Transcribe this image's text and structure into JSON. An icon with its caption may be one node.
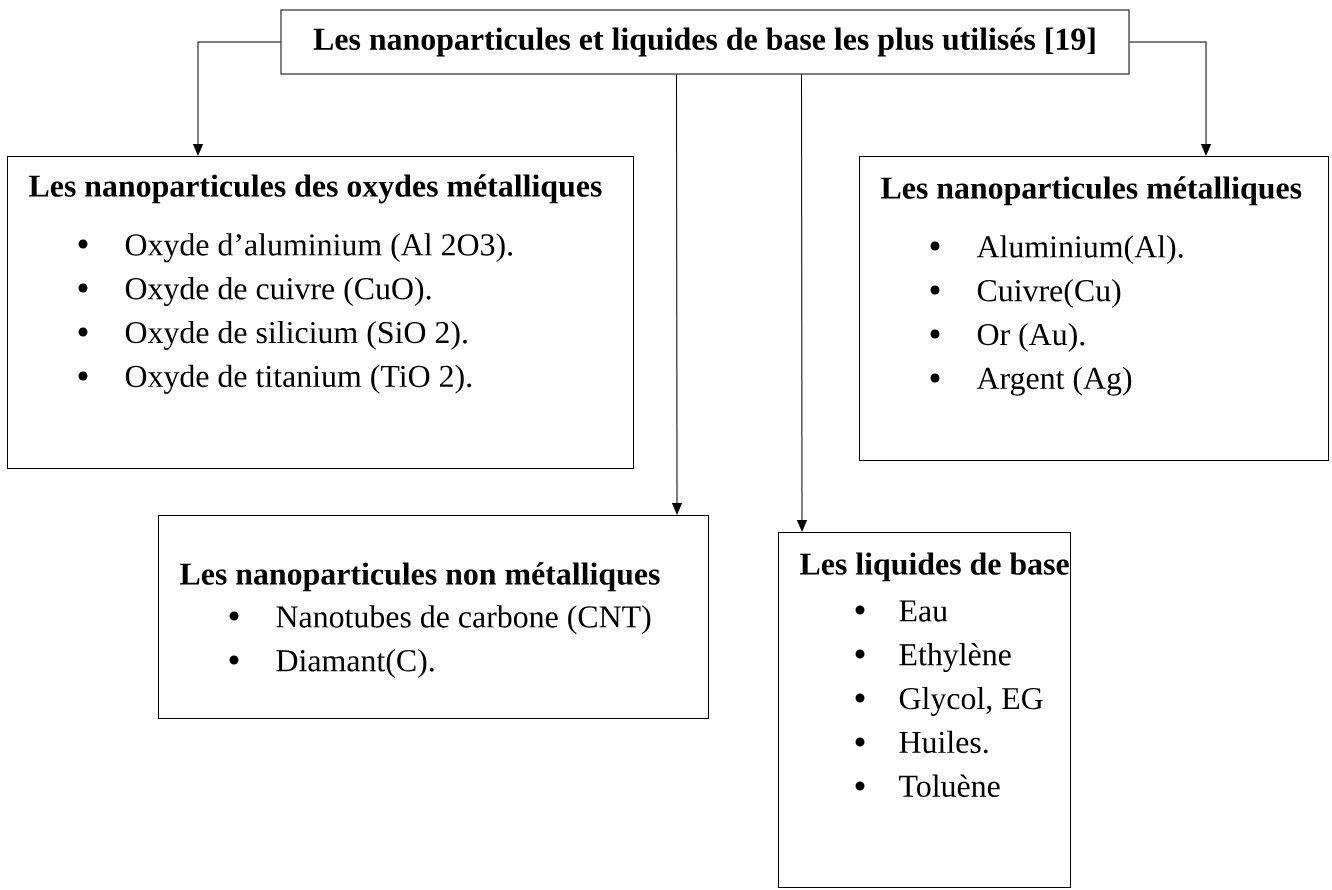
{
  "diagram": {
    "nodes": [
      {
        "text": [
          "Les nanoparticules et liquides de base les plus utilisés [19]"
        ]
      },
      {
        "text": [
          "Les nanoparticules des oxydes métalliques",
          "Oxyde d’aluminium (Al 2O3).",
          "Oxyde de cuivre (CuO).",
          "Oxyde de silicium (SiO 2).",
          "Oxyde de titanium (TiO 2)."
        ]
      },
      {
        "text": [
          "Les nanoparticules métalliques",
          "Aluminium(Al).",
          "Cuivre(Cu)",
          "Or (Au).",
          "Argent (Ag)"
        ]
      },
      {
        "text": [
          "Les nanoparticules non métalliques",
          "Nanotubes de carbone (CNT)",
          "Diamant(C)."
        ]
      },
      {
        "text": [
          "Les liquides de base",
          "Eau",
          "Ethylène",
          "Glycol, EG",
          "Huiles.",
          "Toluène"
        ]
      }
    ],
    "edges": [
      {
        "from": 0,
        "to": 1,
        "arrow": "to"
      },
      {
        "from": 0,
        "to": 2,
        "arrow": "to"
      },
      {
        "from": 0,
        "to": 3,
        "arrow": "to"
      },
      {
        "from": 0,
        "to": 4,
        "arrow": "to"
      }
    ]
  }
}
